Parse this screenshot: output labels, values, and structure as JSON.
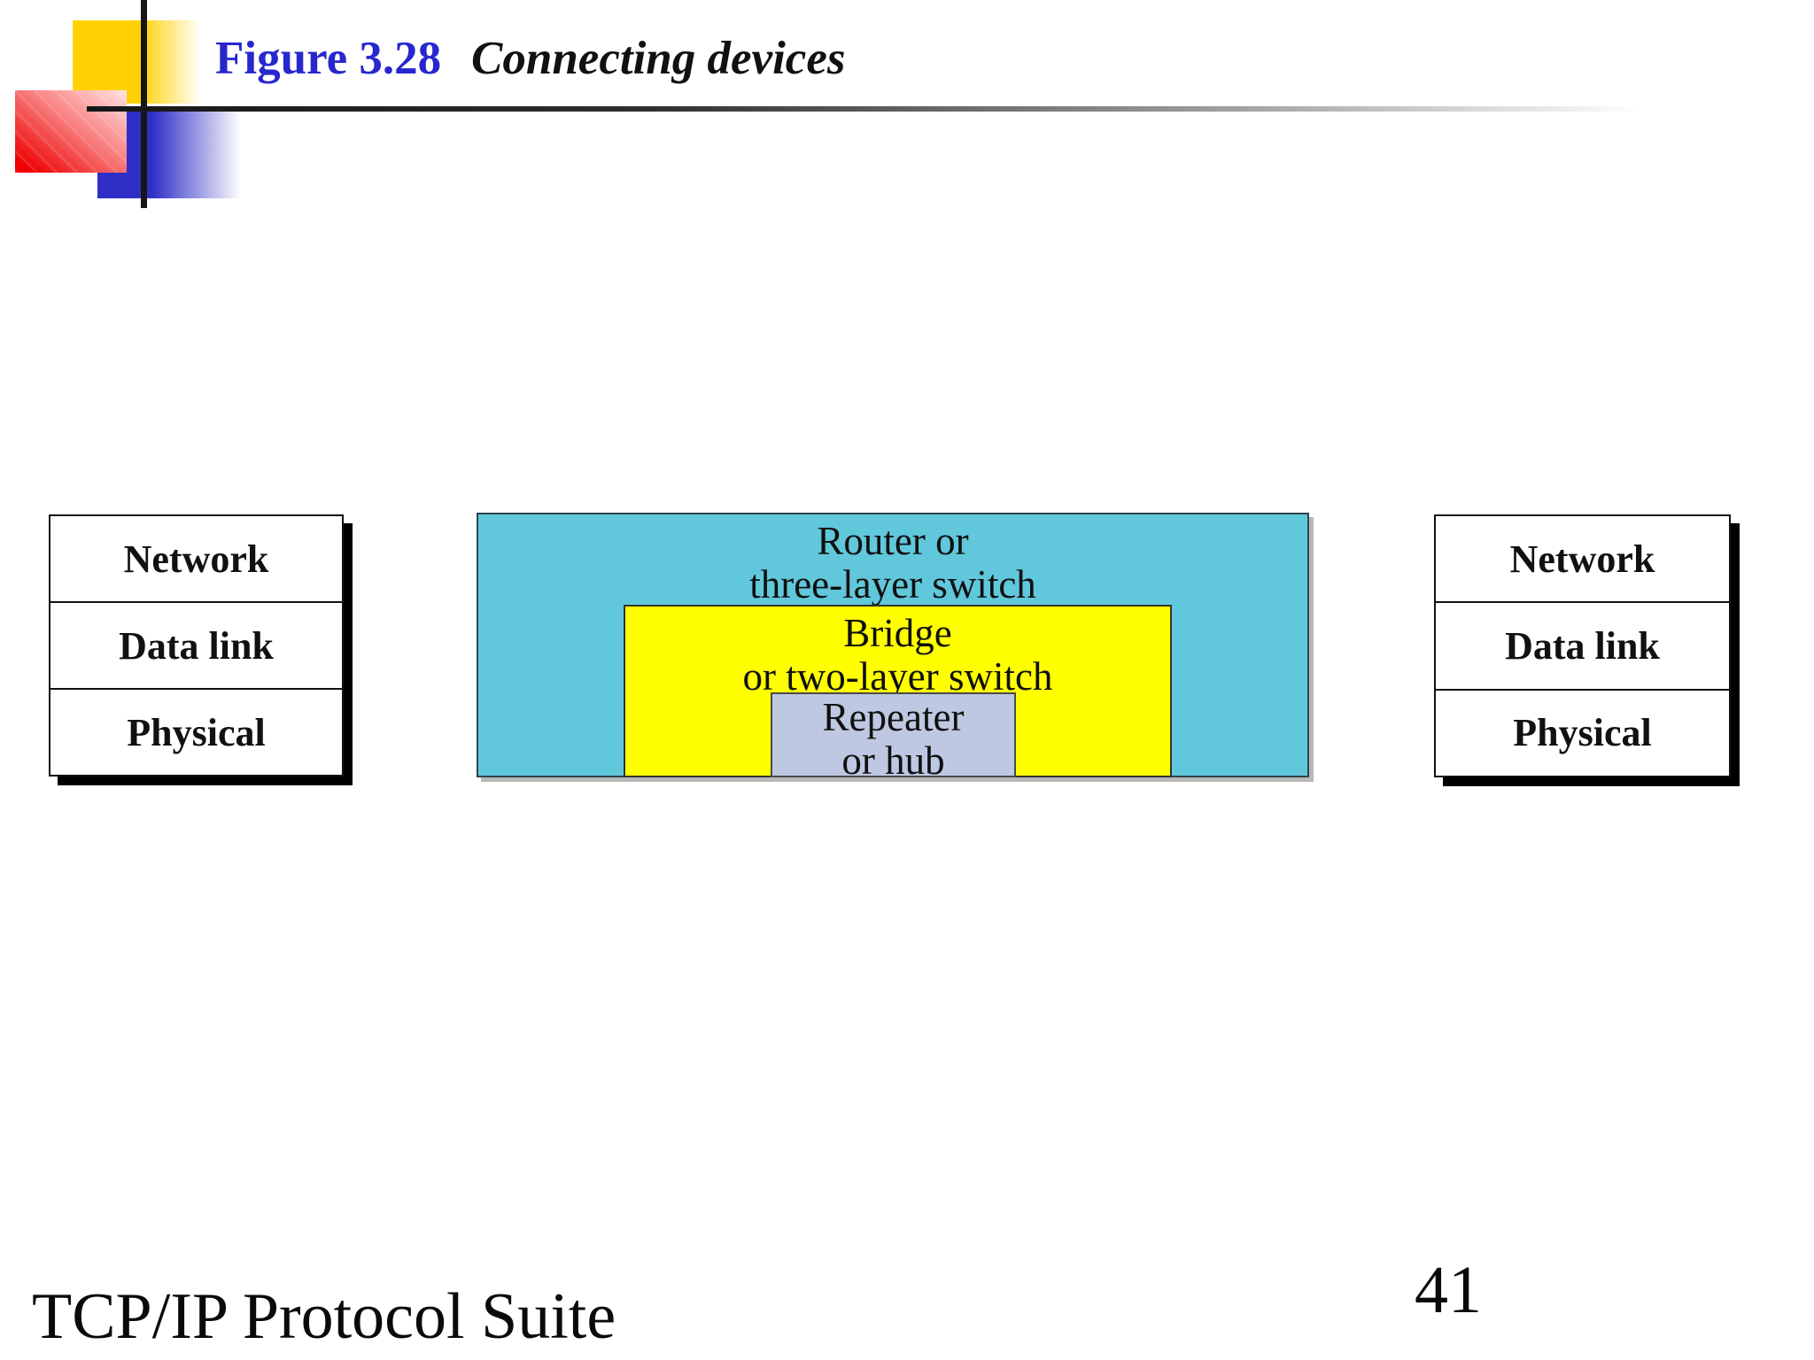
{
  "header": {
    "figure_label": "Figure 3.28",
    "figure_title": "Connecting devices"
  },
  "diagram": {
    "router": {
      "line1": "Router or",
      "line2": "three-layer switch"
    },
    "bridge": {
      "line1": "Bridge",
      "line2": "or two-layer switch"
    },
    "repeater": {
      "line1": "Repeater",
      "line2": "or hub"
    },
    "colors": {
      "router_fill": "#61c7db",
      "bridge_fill": "#ffff00",
      "repeater_fill": "#bfc8e2",
      "figure_label_blue": "#2727ce",
      "decoration_yellow": "#ffd104",
      "decoration_red": "#ee0000",
      "decoration_blue": "#2f2fc8"
    }
  },
  "stacks": {
    "left": {
      "layers": [
        "Network",
        "Data link",
        "Physical"
      ]
    },
    "right": {
      "layers": [
        "Network",
        "Data link",
        "Physical"
      ]
    }
  },
  "footer": {
    "title": "TCP/IP Protocol Suite",
    "page_number": "41"
  }
}
